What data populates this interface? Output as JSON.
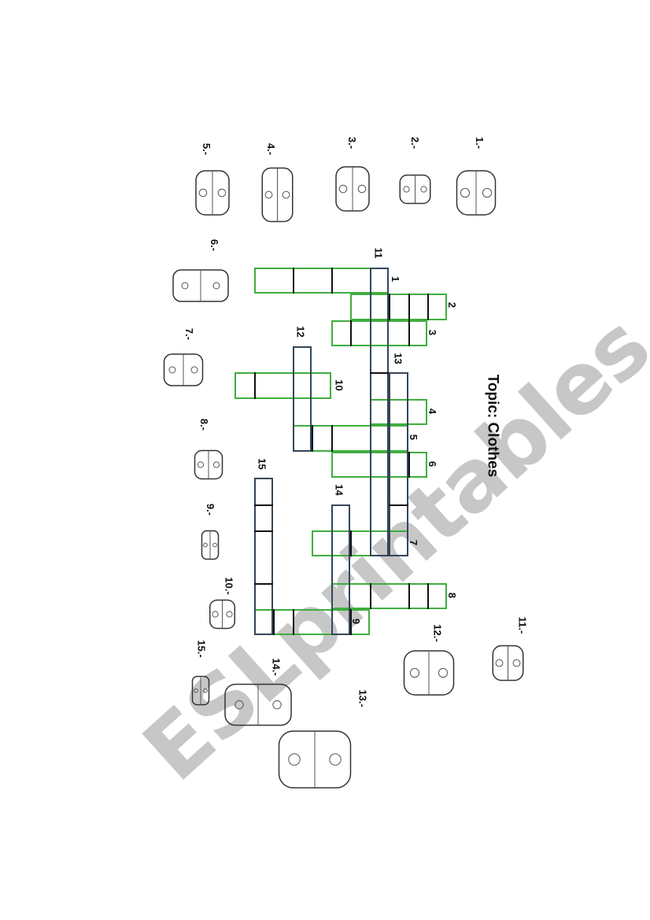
{
  "title": "Topic: Clothes",
  "watermark": "ESLprintables.com",
  "picture_labels": [
    "1.-",
    "2.-",
    "3.-",
    "4.-",
    "5.-",
    "6.-",
    "7.-",
    "8.-",
    "9.-",
    "10.-",
    "11.-",
    "12.-",
    "13.-",
    "14.-",
    "15.-"
  ],
  "clue_numbers": [
    "1",
    "2",
    "3",
    "4",
    "5",
    "6",
    "7",
    "8",
    "9",
    "10",
    "11",
    "12",
    "13",
    "14",
    "15"
  ],
  "colors": {
    "across": "#3fae3f",
    "down": "#34465a",
    "watermark": "#9a9a9a"
  }
}
